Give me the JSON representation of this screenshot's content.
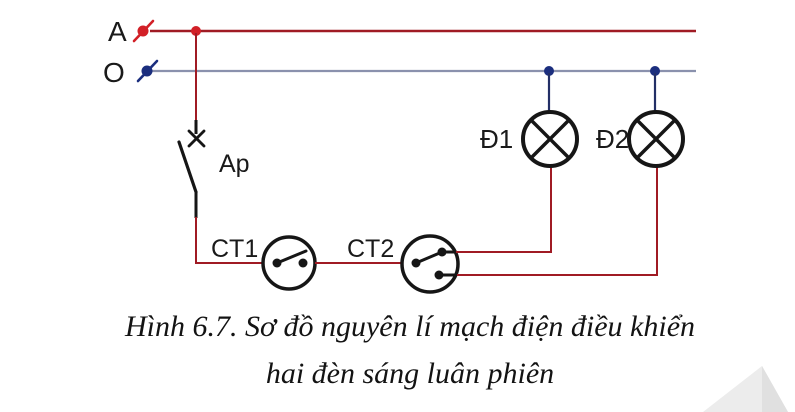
{
  "diagram": {
    "labels": {
      "phase_terminal": "A",
      "neutral_terminal": "O",
      "breaker": "Ap",
      "switch_1": "CT1",
      "switch_2": "CT2",
      "lamp_1": "Đ1",
      "lamp_2": "Đ2"
    },
    "colors": {
      "phase_wire": "#a01b24",
      "phase_dot": "#d22027",
      "neutral_wire": "#8a91ad",
      "neutral_dot": "#1b2e7e",
      "lamp_drop": "#232f66",
      "symbol_black": "#161616"
    }
  },
  "caption": {
    "line1": "Hình 6.7. Sơ đồ nguyên lí mạch điện điều khiển",
    "line2": "hai đèn sáng luân phiên"
  }
}
